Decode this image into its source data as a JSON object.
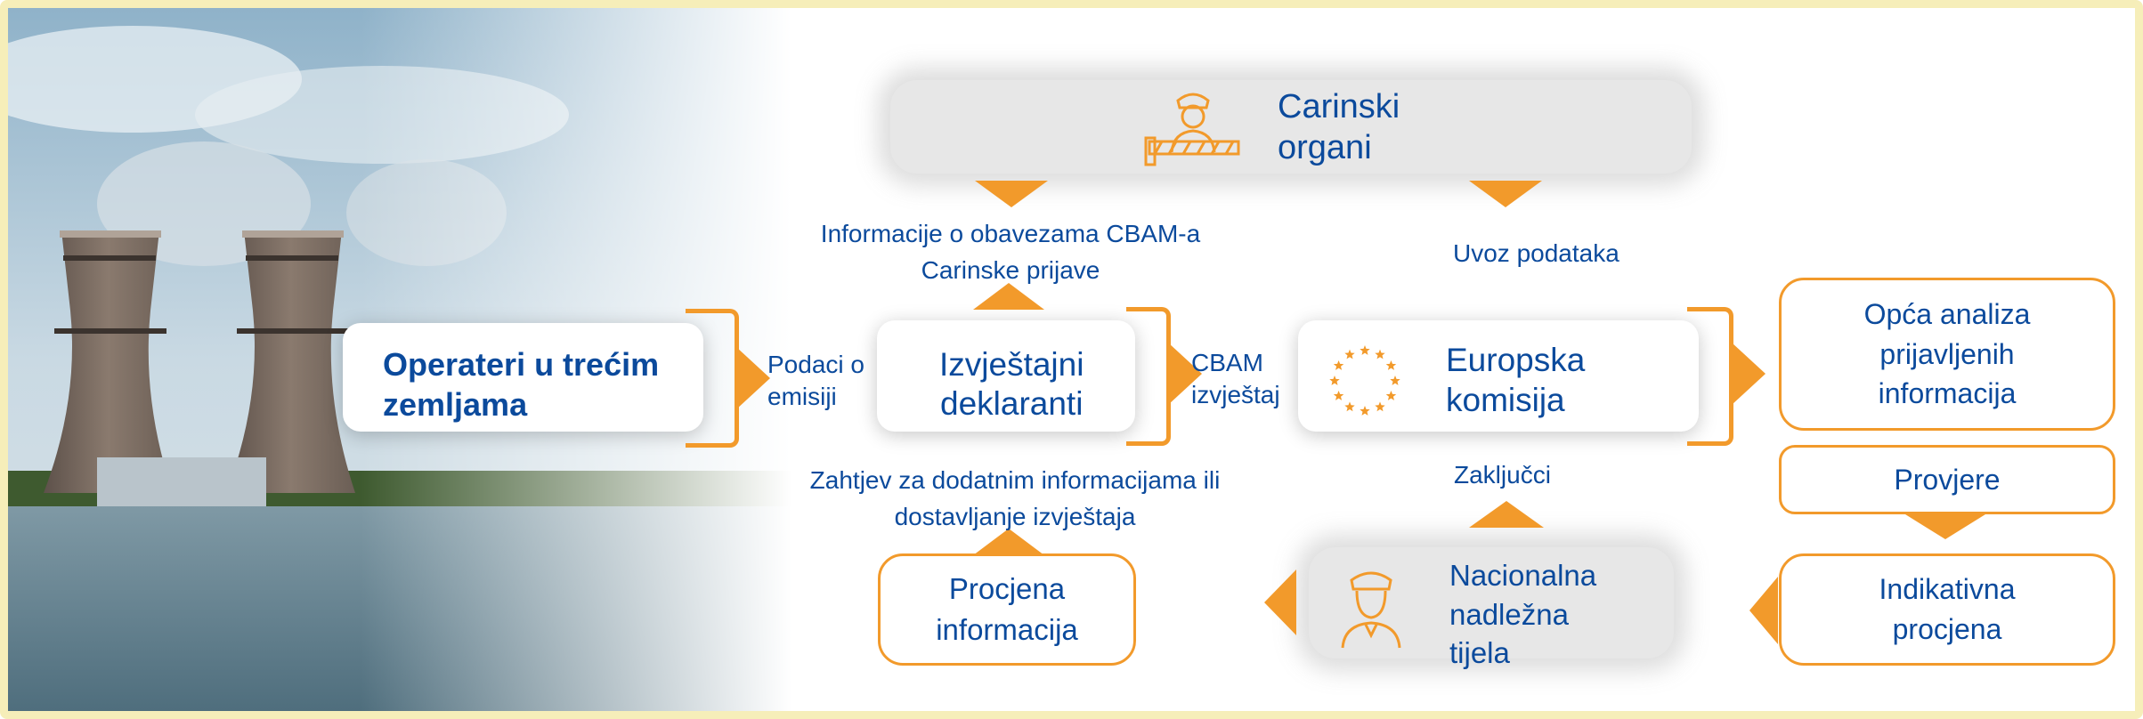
{
  "colors": {
    "accent": "#f29a2b",
    "text": "#0b4a9c",
    "frame": "#f6eeb9"
  },
  "nodes": {
    "customs": {
      "label": "Carinski\norgani",
      "icon": "customs-officer-barrier-icon"
    },
    "operators": {
      "label": "Operateri u trećim\nzemljama"
    },
    "declarants": {
      "label": "Izvještajni\ndeklaranti"
    },
    "commission": {
      "label": "Europska\nkomisija",
      "icon": "eu-stars-icon"
    },
    "analysis": {
      "label": "Opća analiza\nprijavljenih\ninformacija"
    },
    "checks": {
      "label": "Provjere"
    },
    "indicative": {
      "label": "Indikativna\nprocjena"
    },
    "national": {
      "label": "Nacionalna\nnadležna\ntijela",
      "icon": "officer-icon"
    },
    "assessment": {
      "label": "Procjena\ninformacija"
    }
  },
  "flows": {
    "emissions": "Podaci o\nemisiji",
    "cbam_report": "CBAM\nizvještaj",
    "obligations": "Informacije o obavezama CBAM-a\nCarinske prijave",
    "import_data": "Uvoz podataka",
    "request": "Zahtjev za dodatnim informacijama ili\ndostavljanje izvještaja",
    "conclusions": "Zaključci"
  }
}
